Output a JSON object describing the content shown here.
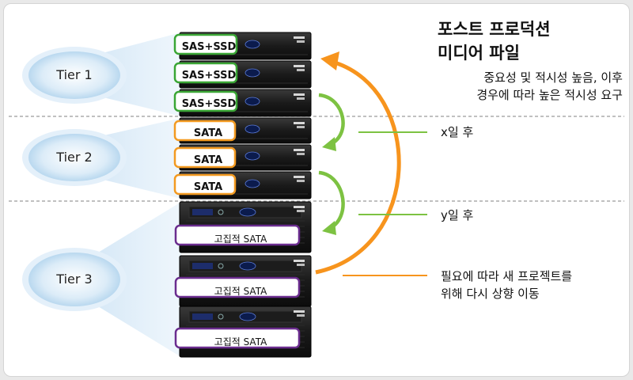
{
  "tiers": [
    {
      "label": "Tier 1"
    },
    {
      "label": "Tier 2"
    },
    {
      "label": "Tier 3"
    }
  ],
  "drives": [
    {
      "label": "SAS+SSD",
      "tier": 1,
      "color": "#3aa635"
    },
    {
      "label": "SAS+SSD",
      "tier": 1,
      "color": "#3aa635"
    },
    {
      "label": "SAS+SSD",
      "tier": 1,
      "color": "#3aa635"
    },
    {
      "label": "SATA",
      "tier": 2,
      "color": "#f39a21"
    },
    {
      "label": "SATA",
      "tier": 2,
      "color": "#f39a21"
    },
    {
      "label": "SATA",
      "tier": 2,
      "color": "#f39a21"
    },
    {
      "label": "고집적 SATA",
      "tier": 3,
      "color": "#6b2d8f"
    },
    {
      "label": "고집적 SATA",
      "tier": 3,
      "color": "#6b2d8f"
    },
    {
      "label": "고집적 SATA",
      "tier": 3,
      "color": "#6b2d8f"
    }
  ],
  "title_lines": [
    "포스트 프로덕션",
    "미디어 파일"
  ],
  "description_lines": [
    "중요성 및 적시성 높음, 이후",
    "경우에 따라 높은 적시성 요구"
  ],
  "notes": {
    "x_days": "x일 후",
    "y_days": "y일 후",
    "move_up_line1": "필요에 따라 새 프로젝트를",
    "move_up_line2": "위해 다시 상향 이동"
  },
  "colors": {
    "green": "#7dc242",
    "orange": "#f7941d",
    "tier_bubble": "#d6e9f8",
    "beam": "#cfe4f5"
  }
}
